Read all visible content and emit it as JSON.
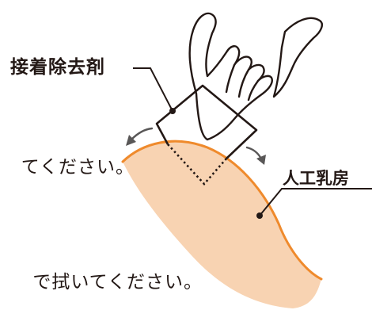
{
  "labels": {
    "adhesive_remover": "接着除去剤",
    "artificial_breast": "人工乳房"
  },
  "instructions": {
    "line_1": "てください。",
    "line_2": "で拭いてください。"
  },
  "colors": {
    "breast_fill": "#f8d3b2",
    "breast_edge": "#ef8a2c",
    "outline": "#231815",
    "arrow": "#595757"
  },
  "icons": {
    "hand": "hand-icon",
    "wipe_direction": "curved-arrow-icon"
  }
}
